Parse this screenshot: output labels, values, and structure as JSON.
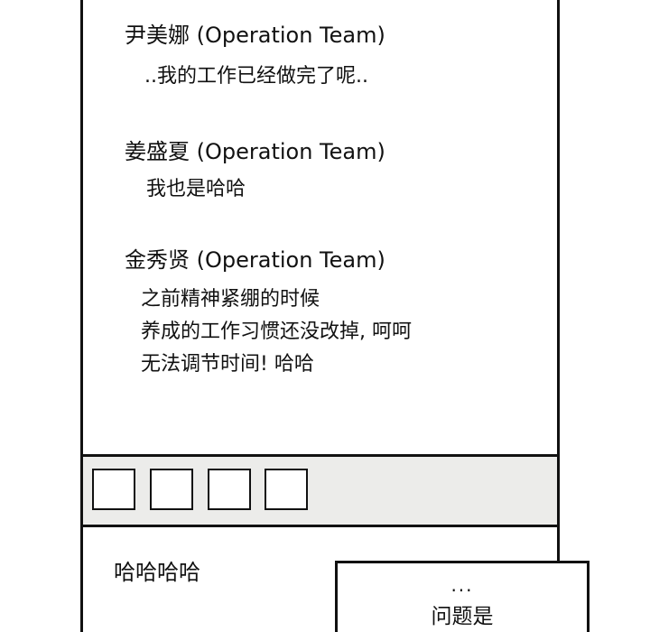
{
  "messages": [
    {
      "sender": "尹美娜 (Operation Team)",
      "lines": [
        "..我的工作已经做完了呢.."
      ]
    },
    {
      "sender": "姜盛夏 (Operation Team)",
      "lines": [
        "我也是哈哈"
      ]
    },
    {
      "sender": "金秀贤 (Operation Team)",
      "lines": [
        "之前精神紧绷的时候",
        "养成的工作习惯还没改掉, 呵呵",
        "无法调节时间! 哈哈"
      ]
    }
  ],
  "reply": {
    "text": "哈哈哈哈"
  },
  "overlay": {
    "dots": "...",
    "text": "问题是"
  },
  "colors": {
    "border": "#111111",
    "input_bar": "#ececea",
    "background": "#ffffff"
  }
}
